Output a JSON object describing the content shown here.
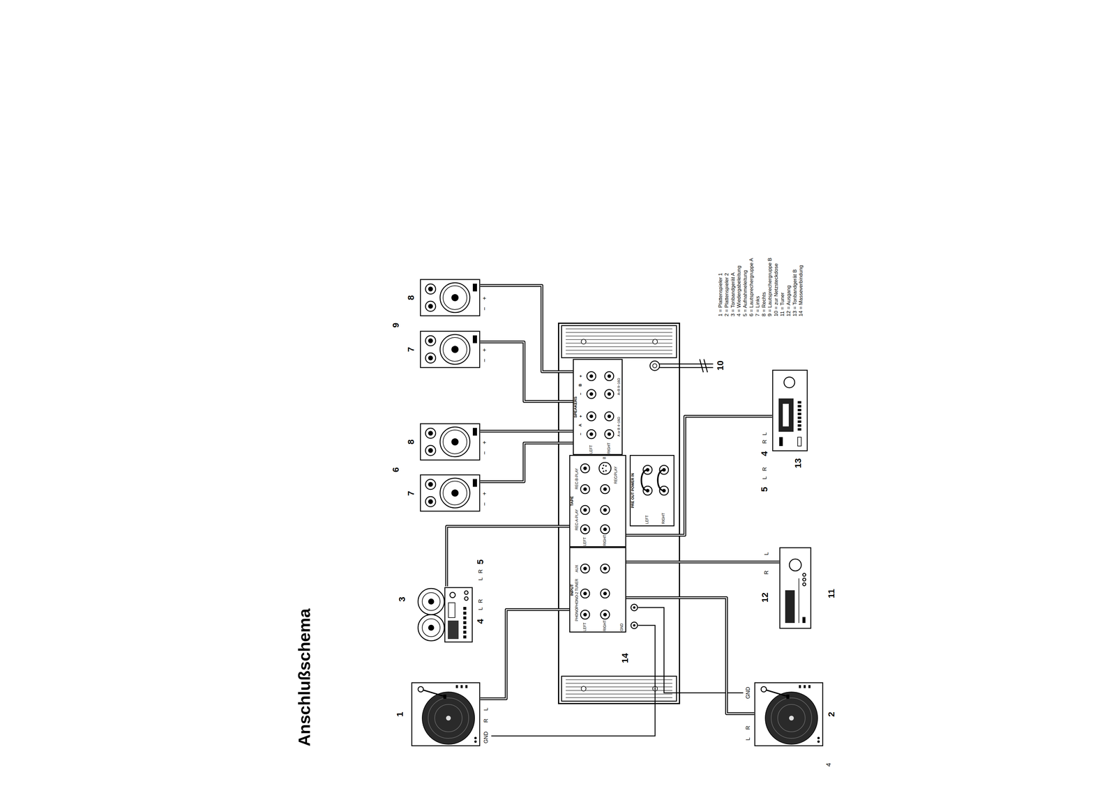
{
  "diagram": {
    "title": "Anschlußschema",
    "nodes": [
      {
        "text": [
          "1"
        ]
      },
      {
        "text": [
          "3"
        ]
      },
      {
        "text": [
          "7"
        ]
      },
      {
        "text": [
          "8"
        ]
      },
      {
        "text": [
          "7"
        ]
      },
      {
        "text": [
          "8"
        ]
      },
      {
        "text": [
          "INPUT",
          "PHONO",
          "PHONO-2 TUNER",
          "AUX",
          "LEFT",
          "RIGHT",
          "GND"
        ]
      },
      {
        "text": [
          "TAPE",
          "REC-A-PLAY",
          "REC-B-PLAY",
          "LEFT",
          "RIGHT",
          "REC/PLAY",
          "B"
        ]
      },
      {
        "text": [
          "PRE OUT POWER IN",
          "LEFT",
          "RIGHT"
        ]
      },
      {
        "text": [
          "SPEAKERS",
          "−",
          "A",
          "+",
          "−",
          "B",
          "+",
          "LEFT",
          "RIGHT",
          "A or B 4~16Ω",
          "A+B 8~16Ω"
        ]
      },
      {
        "text": [
          "2"
        ]
      },
      {
        "text": [
          "11"
        ]
      },
      {
        "text": [
          "13"
        ]
      }
    ],
    "edges": [
      {
        "from": 0,
        "to": 6,
        "arrow": "none"
      },
      {
        "from": 1,
        "to": 7,
        "arrow": "none"
      },
      {
        "from": 2,
        "to": 9,
        "arrow": "none"
      },
      {
        "from": 3,
        "to": 9,
        "arrow": "none"
      },
      {
        "from": 4,
        "to": 9,
        "arrow": "none"
      },
      {
        "from": 5,
        "to": 9,
        "arrow": "none"
      },
      {
        "from": 10,
        "to": 6,
        "arrow": "none"
      },
      {
        "from": 11,
        "to": 6,
        "arrow": "none"
      },
      {
        "from": 12,
        "to": 7,
        "arrow": "none"
      }
    ],
    "labels": [
      "GND",
      "R",
      "L",
      "4",
      "L",
      "R",
      "L",
      "R",
      "5",
      "6",
      "9",
      "−",
      "+",
      "−",
      "+",
      "−",
      "+",
      "−",
      "+",
      "10",
      "12",
      "R",
      "L",
      "L",
      "R",
      "GND",
      "4",
      "R",
      "L",
      "5",
      "L",
      "R",
      "14",
      "1 = Plattenspieler 1",
      "2 = Plattenspieler 2",
      "3 = Tonbandgerät A",
      "4 = Wiedergabeleitung",
      "5 = Aufnahmeleitung",
      "6 = Lautsprechergruppe A",
      "7 = Links",
      "8 = Rechts",
      "9 = Lautsprechergruppe B",
      "10 = zur Netzsteckdose",
      "11 = Tuner",
      "12 = Ausgang",
      "13 = Tonbandgerät B",
      "14 = Masseverbindung",
      "4"
    ]
  }
}
